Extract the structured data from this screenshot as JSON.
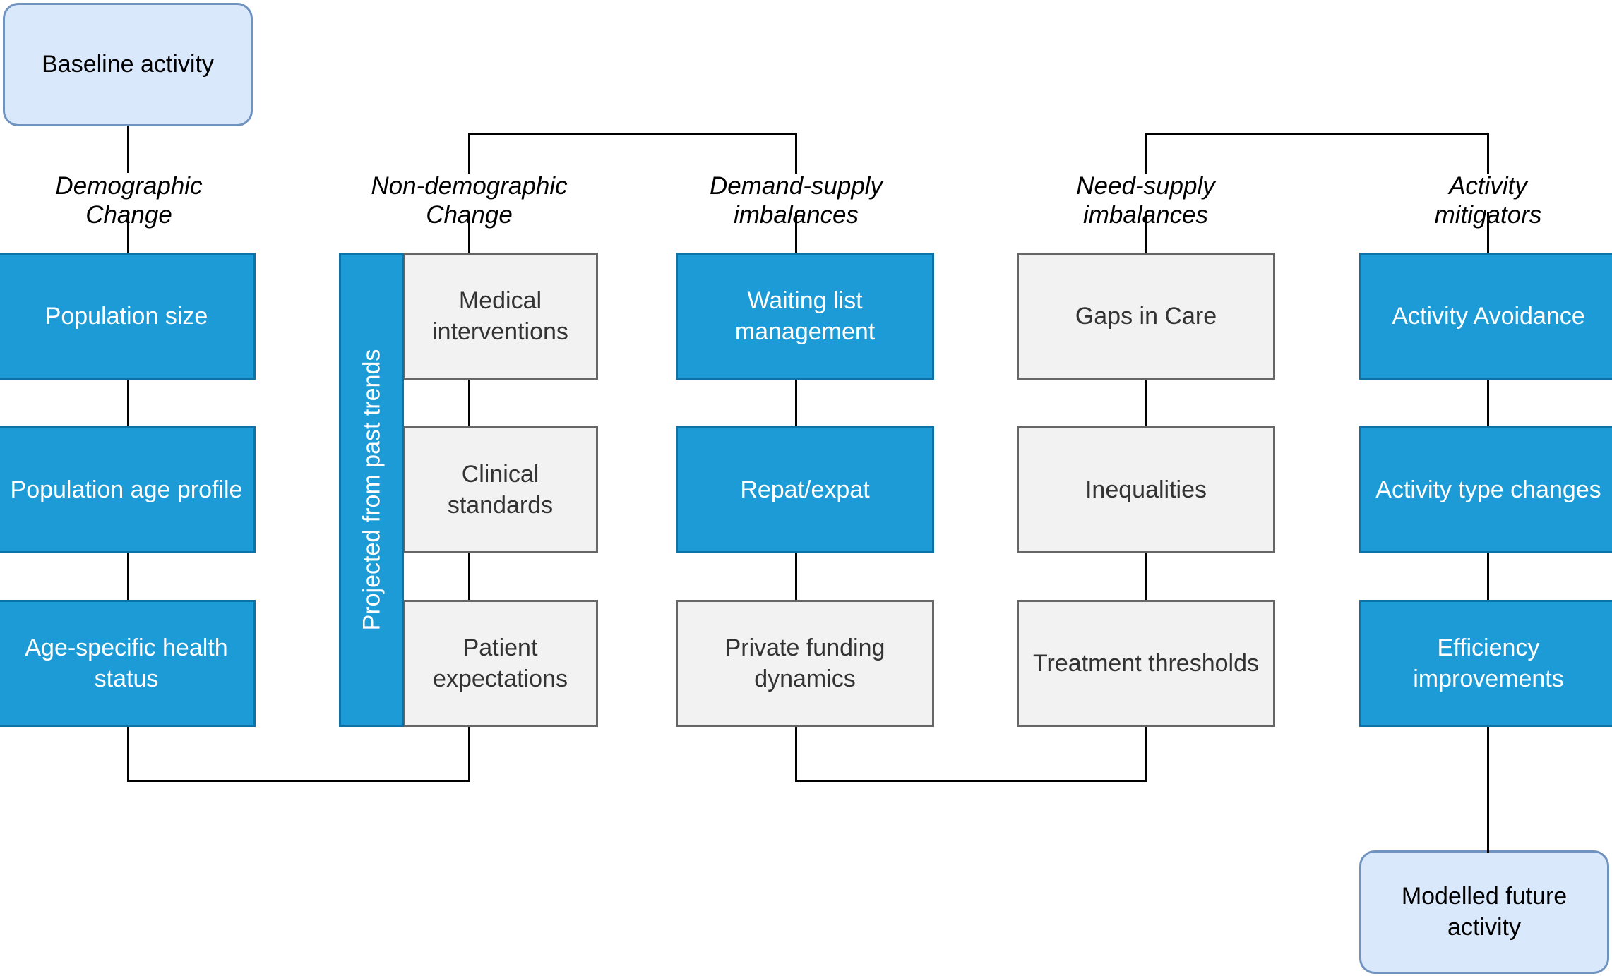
{
  "diagram": {
    "title_top": "Baseline activity",
    "title_bottom": "Modelled future activity",
    "colors": {
      "accent_blue": "#1d9bd7",
      "accent_blue_border": "#0d72a8",
      "terminal_fill": "#dae8fc",
      "terminal_border": "#7092be",
      "grey_fill": "#f2f2f2",
      "grey_border": "#666666",
      "connector": "#000000"
    },
    "band_label": "Projected from past trends",
    "columns": [
      {
        "header": "Demographic\nChange",
        "boxes": [
          {
            "label": "Population size",
            "style": "blue"
          },
          {
            "label": "Population age profile",
            "style": "blue"
          },
          {
            "label": "Age-specific health status",
            "style": "blue"
          }
        ]
      },
      {
        "header": "Non-demographic\nChange",
        "boxes": [
          {
            "label": "Medical interventions",
            "style": "grey"
          },
          {
            "label": "Clinical standards",
            "style": "grey"
          },
          {
            "label": "Patient expectations",
            "style": "grey"
          }
        ]
      },
      {
        "header": "Demand-supply\nimbalances",
        "boxes": [
          {
            "label": "Waiting list management",
            "style": "blue"
          },
          {
            "label": "Repat/expat",
            "style": "blue"
          },
          {
            "label": "Private funding dynamics",
            "style": "grey"
          }
        ]
      },
      {
        "header": "Need-supply\nimbalances",
        "boxes": [
          {
            "label": "Gaps in Care",
            "style": "grey"
          },
          {
            "label": "Inequalities",
            "style": "grey"
          },
          {
            "label": "Treatment thresholds",
            "style": "grey"
          }
        ]
      },
      {
        "header": "Activity\nmitigators",
        "boxes": [
          {
            "label": "Activity Avoidance",
            "style": "blue"
          },
          {
            "label": "Activity type changes",
            "style": "blue"
          },
          {
            "label": "Efficiency improvements",
            "style": "blue"
          }
        ]
      }
    ]
  }
}
